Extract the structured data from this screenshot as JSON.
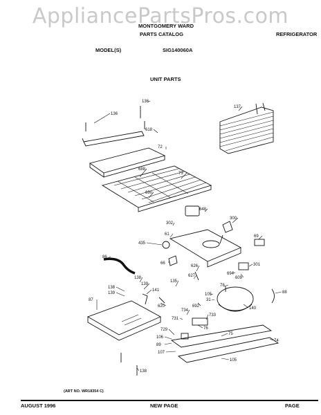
{
  "watermark": "AppliancePartsPros.com",
  "header": {
    "company": "MONTGOMERY WARD",
    "catalog": "PARTS CATALOG",
    "category": "REFRIGERATOR",
    "model_label": "MODEL(S)",
    "model_value": "SIG140060A"
  },
  "section_title": "UNIT PARTS",
  "art_number": "(ART NO. WR18354 C)",
  "callouts": [
    "136",
    "136",
    "618",
    "72",
    "137",
    "688",
    "73",
    "690",
    "648",
    "302",
    "300",
    "61",
    "435",
    "69",
    "86",
    "66",
    "626",
    "301",
    "627",
    "694",
    "609",
    "138",
    "139",
    "135",
    "138",
    "141",
    "78",
    "139",
    "105",
    "87",
    "31",
    "88",
    "692",
    "620",
    "140",
    "734",
    "731",
    "733",
    "76",
    "729",
    "75",
    "106",
    "89",
    "74",
    "107",
    "105",
    "138"
  ],
  "footer": {
    "date": "AUGUST 1996",
    "center": "NEW PAGE",
    "page": "PAGE"
  }
}
